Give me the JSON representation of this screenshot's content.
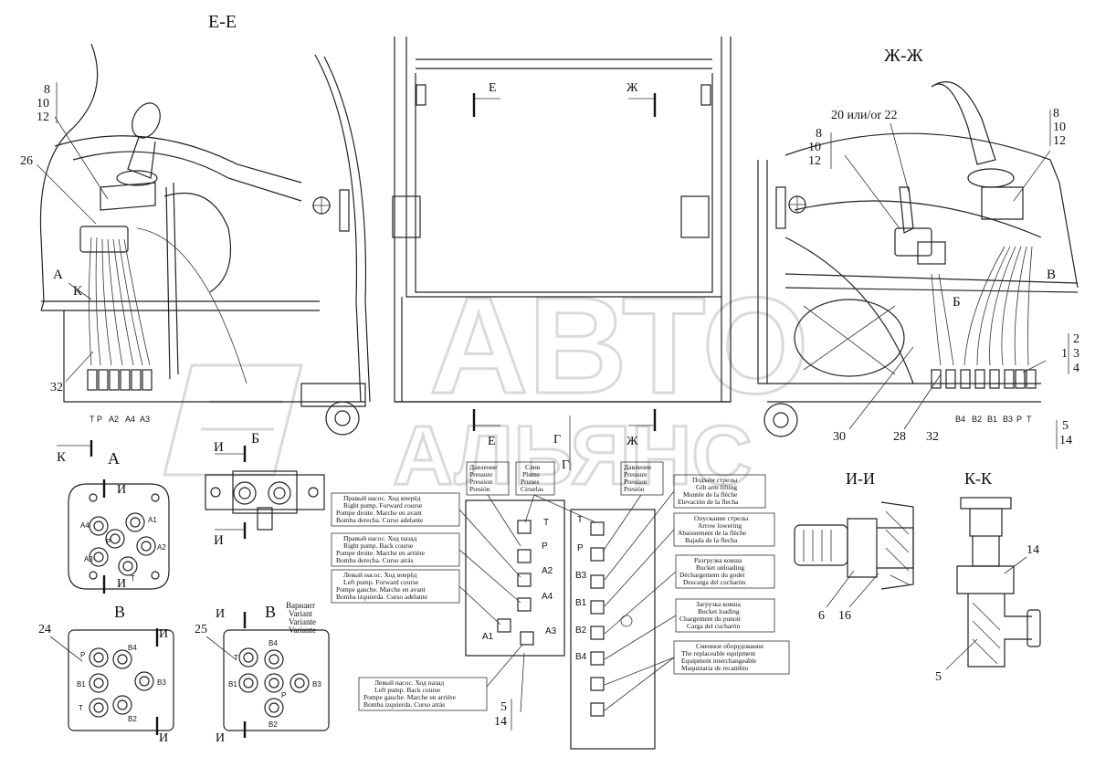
{
  "sections": {
    "ee": "Е-Е",
    "zhzh": "Ж-Ж",
    "a": "А",
    "v1": "В",
    "v2": "В",
    "ii": "И-И",
    "kk": "К-К"
  },
  "variant_note": [
    "Вариант",
    "Variant",
    "Variante",
    "Variante"
  ],
  "callouts": {
    "n8a": "8",
    "n10a": "10",
    "n12a": "12",
    "n26": "26",
    "n32a": "32",
    "n20": "20 или/or 22",
    "n8b": "8",
    "n10b": "10",
    "n12b": "12",
    "n8c": "8",
    "n10c": "10",
    "n12c": "12",
    "n1": "1",
    "n2": "2",
    "n3": "3",
    "n4": "4",
    "n5a": "5",
    "n14a": "14",
    "n28": "28",
    "n30": "30",
    "n32b": "32",
    "n24": "24",
    "n25": "25",
    "n6": "6",
    "n16": "16",
    "n14b": "14",
    "n5b": "5",
    "n5c": "5",
    "n14c": "14"
  },
  "view_letters": {
    "e1": "Е",
    "zh1": "Ж",
    "e2": "Е",
    "zh2": "Ж",
    "g1": "Г",
    "g2": "Г",
    "a_left": "А",
    "k_left1": "К",
    "k_left2": "К",
    "b_right": "Б",
    "v_right": "В",
    "b_mid": "Б",
    "i1": "И",
    "i2": "И",
    "ia1": "И",
    "ia2": "И",
    "iv1": "И",
    "iv2": "И",
    "iv3": "И",
    "iv4": "И"
  },
  "ports_left": [
    "T",
    "P",
    "A2",
    "A4",
    "A3"
  ],
  "ports_right": [
    "B4",
    "B2",
    "B1",
    "B3",
    "P",
    "T"
  ],
  "ports_a": [
    "A4",
    "A1",
    "P",
    "A2",
    "A3",
    "T"
  ],
  "ports_v1": [
    "P",
    "B4",
    "B1",
    "B3",
    "T",
    "B2"
  ],
  "ports_v2": [
    "T",
    "B4",
    "B1",
    "B3",
    "P",
    "B2"
  ],
  "ports_mid_left": [
    "T",
    "P",
    "A2",
    "A4",
    "A1",
    "A3"
  ],
  "ports_mid_right": [
    "T",
    "P",
    "B3",
    "B1",
    "B2",
    "B4"
  ],
  "boxes": {
    "pressure1": [
      "Давление",
      "Pressure",
      "Pression",
      "Presión"
    ],
    "drain": [
      "Слив",
      "Plums",
      "Prunes",
      "Ciruelas"
    ],
    "pressure2": [
      "Давление",
      "Pressure",
      "Pression",
      "Presión"
    ],
    "rp_fwd": [
      "Правый насос. Ход вперёд",
      "Right pump. Forward course",
      "Pompe droite. Marche en avant",
      "Bomba derecha. Curso adelante"
    ],
    "rp_back": [
      "Правый насос. Ход назад",
      "Right pump. Back course",
      "Pompe droite. Marche en arrière",
      "Bomba derecha. Curso atrás"
    ],
    "lp_fwd": [
      "Левый насос. Ход вперёд",
      "Left pump. Forward course",
      "Pompe gauche. Marche en avant",
      "Bomba izquierda. Curso adelante"
    ],
    "lp_back": [
      "Левый насос. Ход назад",
      "Left pump. Back course",
      "Pompe gauche. Marche en arrière",
      "Bomba izquierda. Curso atrás"
    ],
    "gib_up": [
      "Подъём стрелы",
      "Gib arm lifting",
      "Montée de la flèche",
      "Elevación de la flecha"
    ],
    "arrow_down": [
      "Опускание стрелы",
      "Arrow lowering",
      "Abaissement de la flèche",
      "Bajada de la flecha"
    ],
    "bucket_unload": [
      "Разгрузка ковша",
      "Bucket unloading",
      "Déchargement du godet",
      "Descarga del cucharón"
    ],
    "bucket_load": [
      "Загрузка ковша",
      "Bucket loading",
      "Chargement du punoir",
      "Carga del cucharón"
    ],
    "equipment": [
      "Сменное оборудование",
      "The replaceable equipment",
      "Equipment interchangeable",
      "Maquinaria de recambio"
    ]
  },
  "watermark": {
    "line1": "АВТО",
    "line2": "АЛЬЯНС"
  }
}
